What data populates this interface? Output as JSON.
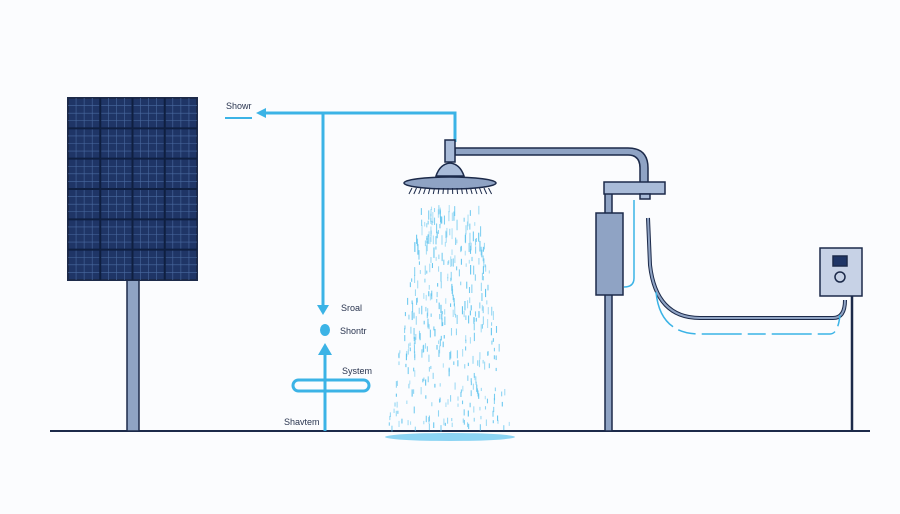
{
  "labels": {
    "top": "Showr",
    "sroal": "Sroal",
    "shontr": "Shontr",
    "system": "System",
    "shavtem": "Shavtem"
  },
  "colors": {
    "navy": "#1c2a4a",
    "panel": "#1f3566",
    "blue": "#3bb3e6",
    "steel": "#8fa3c4",
    "water": "#5cc3ee"
  }
}
